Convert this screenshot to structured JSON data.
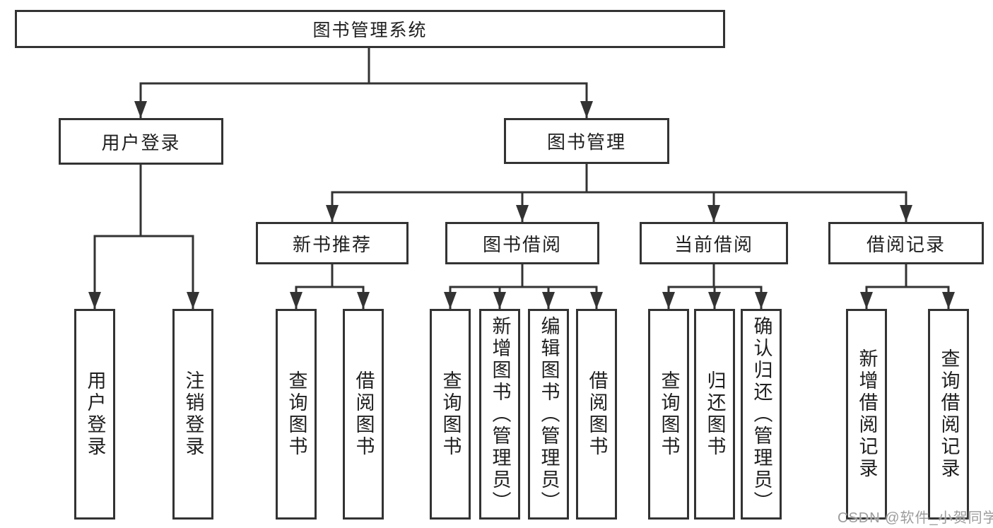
{
  "diagram": {
    "root": {
      "label": "图书管理系统",
      "children": [
        {
          "label": "用户登录",
          "children": [
            {
              "label": "用户登录"
            },
            {
              "label": "注销登录"
            }
          ]
        },
        {
          "label": "图书管理",
          "children": [
            {
              "label": "新书推荐",
              "children": [
                {
                  "label": "查询图书"
                },
                {
                  "label": "借阅图书"
                }
              ]
            },
            {
              "label": "图书借阅",
              "children": [
                {
                  "label": "查询图书"
                },
                {
                  "label": "新增图书（管理员）"
                },
                {
                  "label": "编辑图书（管理员）"
                },
                {
                  "label": "借阅图书"
                }
              ]
            },
            {
              "label": "当前借阅",
              "children": [
                {
                  "label": "查询图书"
                },
                {
                  "label": "归还图书"
                },
                {
                  "label": "确认归还（管理员）"
                }
              ]
            },
            {
              "label": "借阅记录",
              "children": [
                {
                  "label": "新增借阅记录"
                },
                {
                  "label": "查询借阅记录"
                }
              ]
            }
          ]
        }
      ]
    }
  },
  "watermark": {
    "text": "CSDN @软件_小贺同学",
    "color": "#9c9c9c"
  },
  "colors": {
    "line": "#333333",
    "text": "#1f1f1f",
    "background": "#ffffff"
  }
}
